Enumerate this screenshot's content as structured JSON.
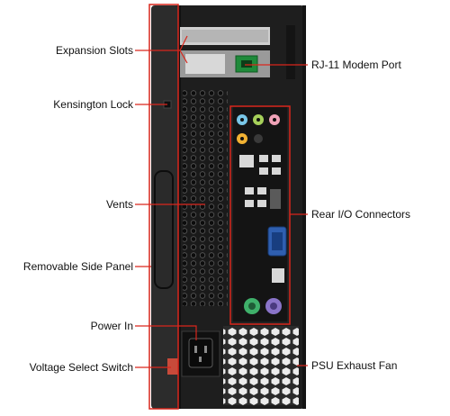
{
  "labels": {
    "expansion_slots": "Expansion Slots",
    "kensington_lock": "Kensington Lock",
    "vents": "Vents",
    "removable_side_panel": "Removable Side Panel",
    "power_in": "Power In",
    "voltage_select_switch": "Voltage Select Switch",
    "rj11_modem_port": "RJ-11 Modem Port",
    "rear_io_connectors": "Rear I/O Connectors",
    "psu_exhaust_fan": "PSU Exhaust Fan"
  },
  "colors": {
    "callout": "#d9261c",
    "chassis": "#1e1e1e",
    "chassis_edge": "#2c2c2c",
    "text": "#111111"
  }
}
